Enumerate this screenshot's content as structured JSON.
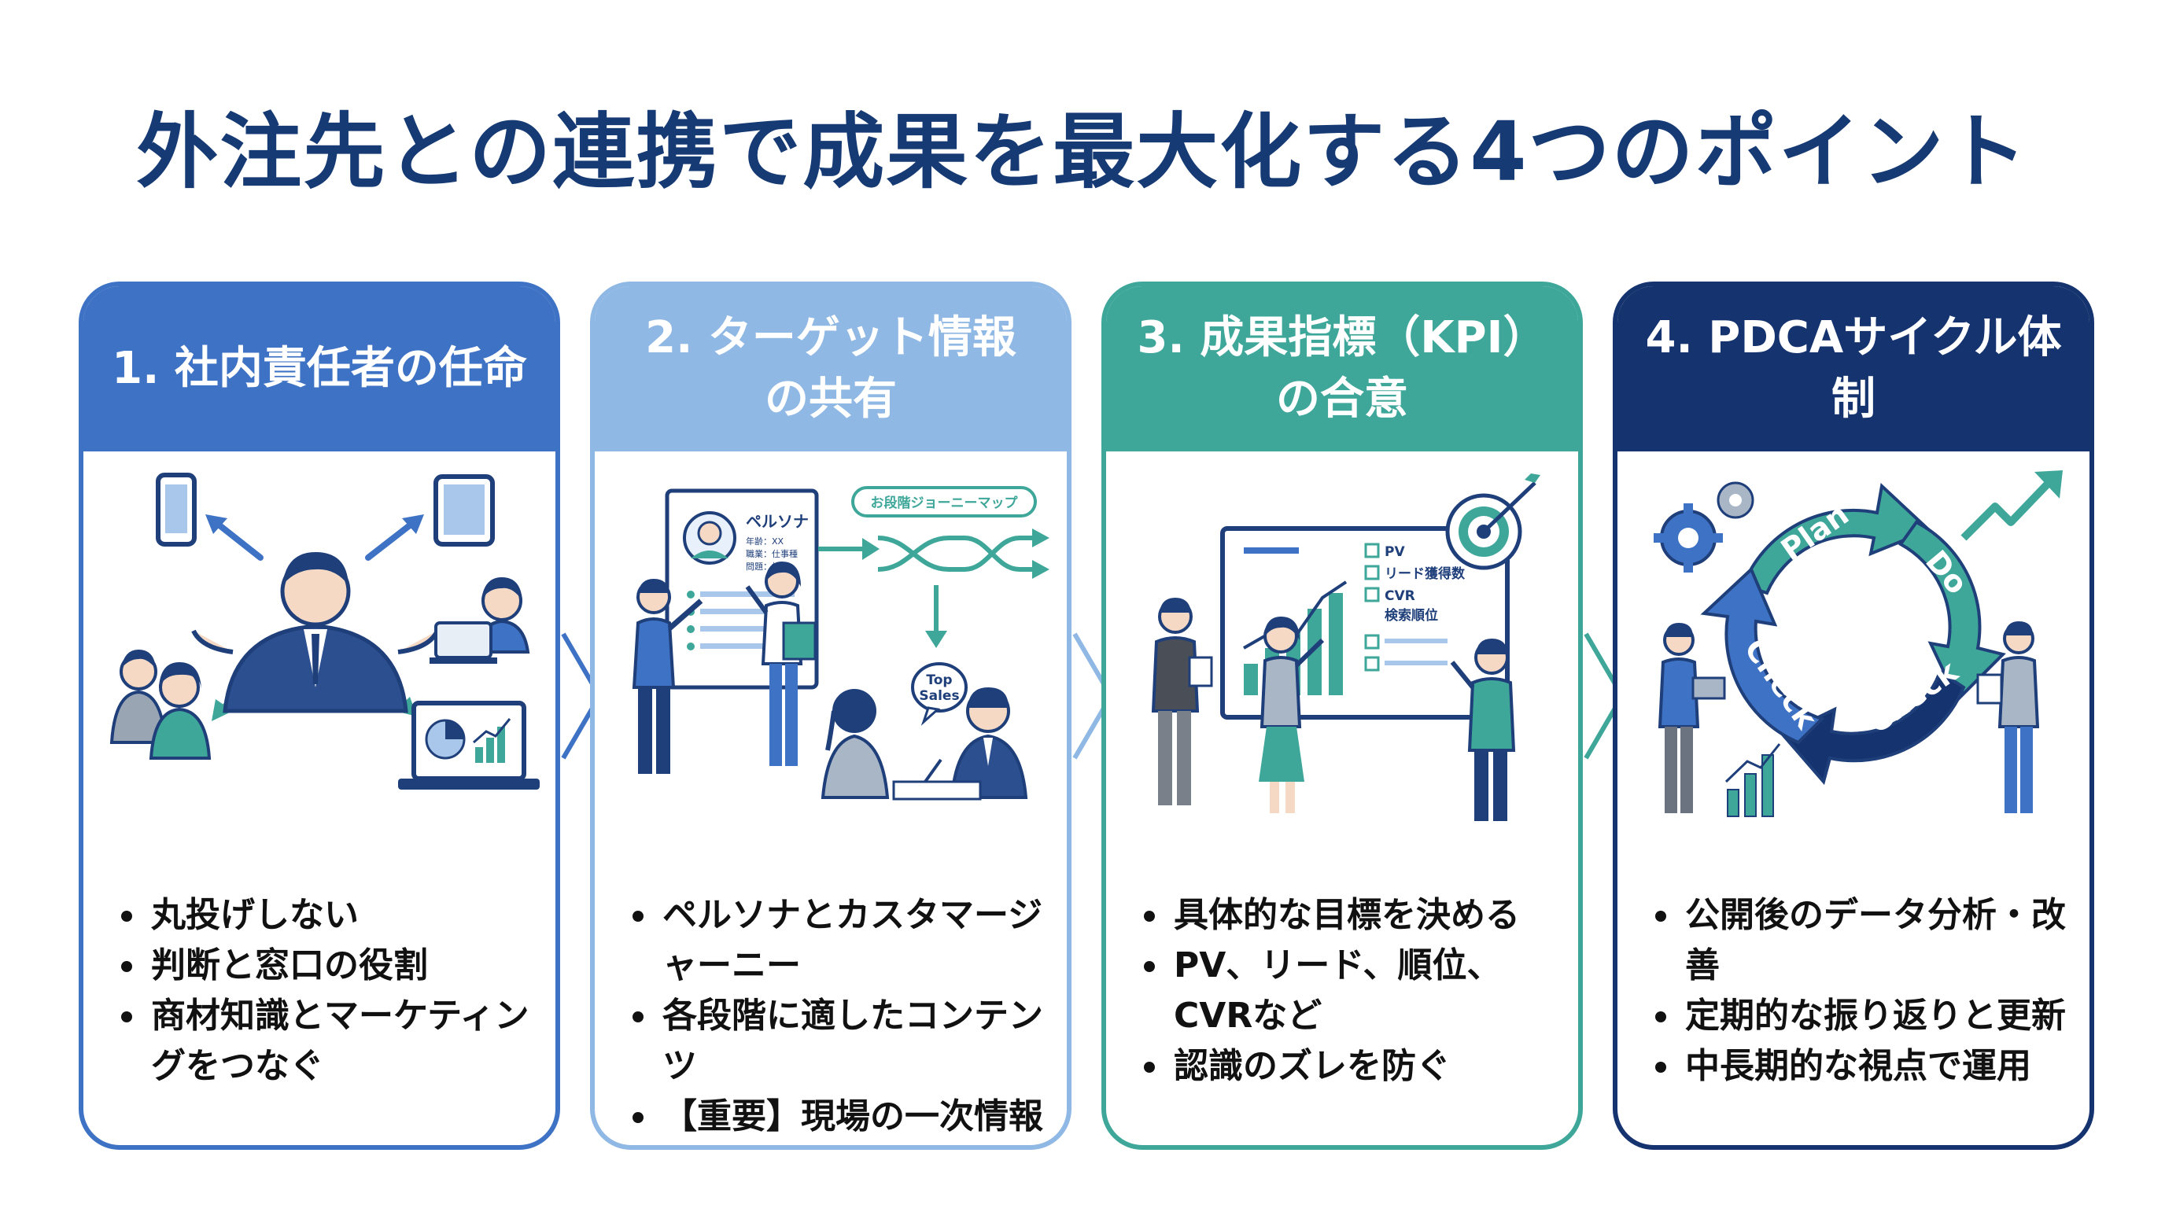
{
  "title": "外注先との連携で成果を最大化する4つのポイント",
  "cards": [
    {
      "heading": "1. 社内責任者の任命",
      "color": "#3e72c4",
      "bullets": [
        "丸投げしない",
        "判断と窓口の役割",
        "商材知識とマーケティングをつなぐ"
      ]
    },
    {
      "heading": "2. ターゲット情報\nの共有",
      "color": "#8fb8e4",
      "illustration": {
        "persona_title": "ペルソナ",
        "persona_fields": [
          "年齢：XX",
          "職業：仕事種",
          "問題：技術"
        ],
        "journey_label": "お段階ジョーニーマップ",
        "speech": "Top\nSales"
      },
      "bullets": [
        "ペルソナとカスタマージャーニー",
        "各段階に適したコンテンツ",
        "【重要】現場の一次情報が武器になる"
      ]
    },
    {
      "heading": "3. 成果指標（KPI）\nの合意",
      "color": "#3ea79a",
      "illustration": {
        "kpi_items": [
          "PV",
          "リード獲得数",
          "CVR",
          "検索順位"
        ]
      },
      "bullets": [
        "具体的な目標を決める",
        "PV、リード、順位、CVRなど",
        "認識のズレを防ぐ"
      ]
    },
    {
      "heading": "4. PDCAサイクル体制",
      "color": "#15336e",
      "illustration": {
        "cycle_labels": [
          "Plan",
          "Do",
          "Check",
          "Check"
        ]
      },
      "bullets": [
        "公開後のデータ分析・改善",
        "定期的な振り返りと更新",
        "中長期的な視点で運用"
      ]
    }
  ],
  "colors": {
    "title": "#163a73",
    "navy": "#1f3f7a",
    "teal": "#3ea79a",
    "skin": "#f5d9c4"
  }
}
